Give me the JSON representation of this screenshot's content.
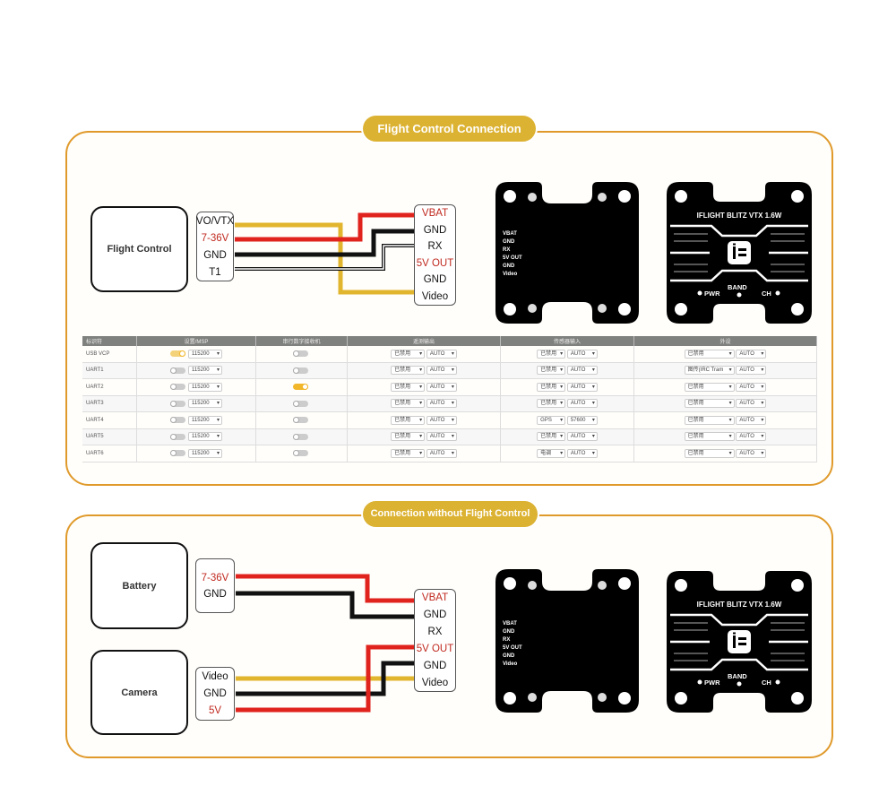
{
  "section1": {
    "title": "Flight Control Connection",
    "source_box": "Flight Control",
    "source_pins": [
      {
        "label": "VO/VTX",
        "color": "black"
      },
      {
        "label": "7-36V",
        "color": "red"
      },
      {
        "label": "GND",
        "color": "black"
      },
      {
        "label": "T1",
        "color": "black"
      }
    ],
    "vtx_pins": [
      {
        "label": "VBAT",
        "color": "red"
      },
      {
        "label": "GND",
        "color": "black"
      },
      {
        "label": "RX",
        "color": "black"
      },
      {
        "label": "5V OUT",
        "color": "red"
      },
      {
        "label": "GND",
        "color": "black"
      },
      {
        "label": "Video",
        "color": "black"
      }
    ],
    "board_back_labels": [
      "VBAT",
      "GND",
      "RX",
      "5V OUT",
      "GND",
      "Video"
    ],
    "board_front": {
      "title": "IFLIGHT BLITZ VTX 1.6W",
      "logo": "i=",
      "band": "BAND",
      "pwr": "PWR",
      "ch": "CH"
    }
  },
  "ports_table": {
    "headers": [
      "标识符",
      "设置/MSP",
      "串行数字接收机",
      "遥测输出",
      "传感器输入",
      "外设"
    ],
    "rows": [
      {
        "id": "USB VCP",
        "msp_on": true,
        "msp_baud": "115200",
        "rx_on": false,
        "tele": "已禁用",
        "tele_baud": "AUTO",
        "sensor": "已禁用",
        "sensor_baud": "AUTO",
        "periph": "已禁用",
        "periph_baud": "AUTO"
      },
      {
        "id": "UART1",
        "msp_on": false,
        "msp_baud": "115200",
        "rx_on": false,
        "tele": "已禁用",
        "tele_baud": "AUTO",
        "sensor": "已禁用",
        "sensor_baud": "AUTO",
        "periph": "图传(IRC Tram",
        "periph_baud": "AUTO"
      },
      {
        "id": "UART2",
        "msp_on": false,
        "msp_baud": "115200",
        "rx_on": true,
        "tele": "已禁用",
        "tele_baud": "AUTO",
        "sensor": "已禁用",
        "sensor_baud": "AUTO",
        "periph": "已禁用",
        "periph_baud": "AUTO"
      },
      {
        "id": "UART3",
        "msp_on": false,
        "msp_baud": "115200",
        "rx_on": false,
        "tele": "已禁用",
        "tele_baud": "AUTO",
        "sensor": "已禁用",
        "sensor_baud": "AUTO",
        "periph": "已禁用",
        "periph_baud": "AUTO"
      },
      {
        "id": "UART4",
        "msp_on": false,
        "msp_baud": "115200",
        "rx_on": false,
        "tele": "已禁用",
        "tele_baud": "AUTO",
        "sensor": "GPS",
        "sensor_baud": "57600",
        "periph": "已禁用",
        "periph_baud": "AUTO"
      },
      {
        "id": "UART5",
        "msp_on": false,
        "msp_baud": "115200",
        "rx_on": false,
        "tele": "已禁用",
        "tele_baud": "AUTO",
        "sensor": "已禁用",
        "sensor_baud": "AUTO",
        "periph": "已禁用",
        "periph_baud": "AUTO"
      },
      {
        "id": "UART6",
        "msp_on": false,
        "msp_baud": "115200",
        "rx_on": false,
        "tele": "已禁用",
        "tele_baud": "AUTO",
        "sensor": "电调",
        "sensor_baud": "AUTO",
        "periph": "已禁用",
        "periph_baud": "AUTO"
      }
    ]
  },
  "section2": {
    "title": "Connection without Flight Control",
    "battery_box": "Battery",
    "battery_pins": [
      {
        "label": "7-36V",
        "color": "red"
      },
      {
        "label": "GND",
        "color": "black"
      }
    ],
    "camera_box": "Camera",
    "camera_pins": [
      {
        "label": "Video",
        "color": "black"
      },
      {
        "label": "GND",
        "color": "black"
      },
      {
        "label": "5V",
        "color": "red"
      }
    ],
    "vtx_pins": [
      {
        "label": "VBAT",
        "color": "red"
      },
      {
        "label": "GND",
        "color": "black"
      },
      {
        "label": "RX",
        "color": "black"
      },
      {
        "label": "5V OUT",
        "color": "red"
      },
      {
        "label": "GND",
        "color": "black"
      },
      {
        "label": "Video",
        "color": "black"
      }
    ],
    "board_back_labels": [
      "VBAT",
      "GND",
      "RX",
      "5V OUT",
      "GND",
      "Video"
    ],
    "board_front": {
      "title": "IFLIGHT BLITZ VTX 1.6W",
      "logo": "i=",
      "band": "BAND",
      "pwr": "PWR",
      "ch": "CH"
    }
  },
  "colors": {
    "frame": "#e09a2b",
    "pill": "#dcb232",
    "wire_red": "#e0231c",
    "wire_black": "#111111",
    "wire_yellow": "#e2b52e"
  }
}
